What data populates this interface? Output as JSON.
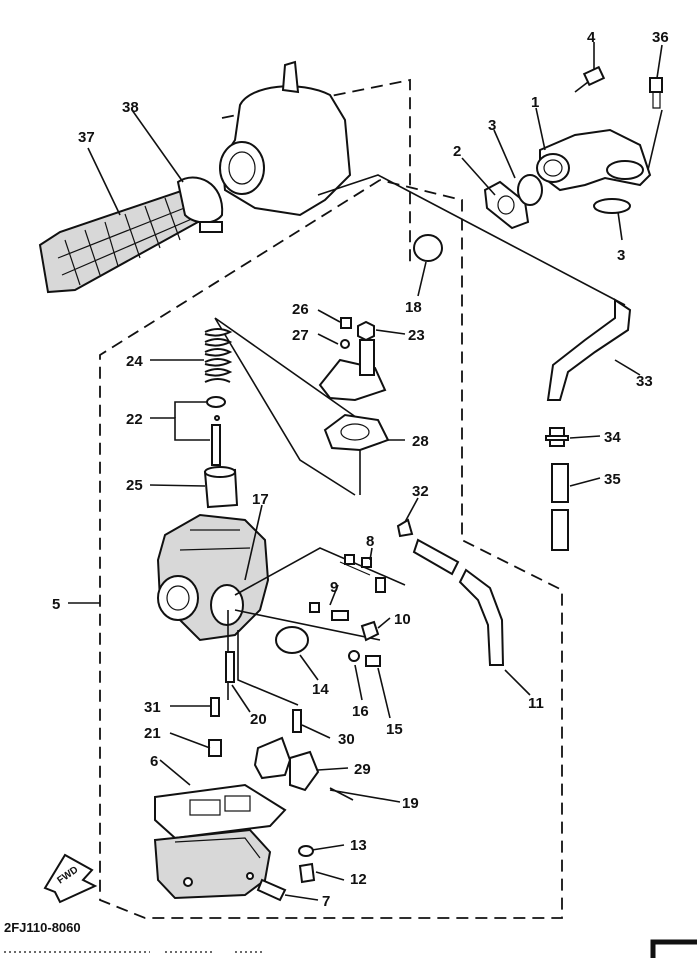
{
  "diagram": {
    "drawing_code": "2FJ110-8060",
    "fwd_label": "FWD",
    "callouts": [
      {
        "id": "c1",
        "text": "1"
      },
      {
        "id": "c2",
        "text": "2"
      },
      {
        "id": "c3a",
        "text": "3"
      },
      {
        "id": "c3b",
        "text": "3"
      },
      {
        "id": "c4",
        "text": "4"
      },
      {
        "id": "c36",
        "text": "36"
      },
      {
        "id": "c37",
        "text": "37"
      },
      {
        "id": "c38",
        "text": "38"
      },
      {
        "id": "c18",
        "text": "18"
      },
      {
        "id": "c26",
        "text": "26"
      },
      {
        "id": "c27",
        "text": "27"
      },
      {
        "id": "c23",
        "text": "23"
      },
      {
        "id": "c24",
        "text": "24"
      },
      {
        "id": "c22",
        "text": "22"
      },
      {
        "id": "c28",
        "text": "28"
      },
      {
        "id": "c33",
        "text": "33"
      },
      {
        "id": "c34",
        "text": "34"
      },
      {
        "id": "c35",
        "text": "35"
      },
      {
        "id": "c25",
        "text": "25"
      },
      {
        "id": "c17",
        "text": "17"
      },
      {
        "id": "c32",
        "text": "32"
      },
      {
        "id": "c8",
        "text": "8"
      },
      {
        "id": "c9",
        "text": "9"
      },
      {
        "id": "c10",
        "text": "10"
      },
      {
        "id": "c5",
        "text": "5"
      },
      {
        "id": "c14",
        "text": "14"
      },
      {
        "id": "c16",
        "text": "16"
      },
      {
        "id": "c15",
        "text": "15"
      },
      {
        "id": "c11",
        "text": "11"
      },
      {
        "id": "c31",
        "text": "31"
      },
      {
        "id": "c20",
        "text": "20"
      },
      {
        "id": "c30",
        "text": "30"
      },
      {
        "id": "c21",
        "text": "21"
      },
      {
        "id": "c6",
        "text": "6"
      },
      {
        "id": "c29",
        "text": "29"
      },
      {
        "id": "c19",
        "text": "19"
      },
      {
        "id": "c13",
        "text": "13"
      },
      {
        "id": "c12",
        "text": "12"
      },
      {
        "id": "c7",
        "text": "7"
      }
    ]
  }
}
